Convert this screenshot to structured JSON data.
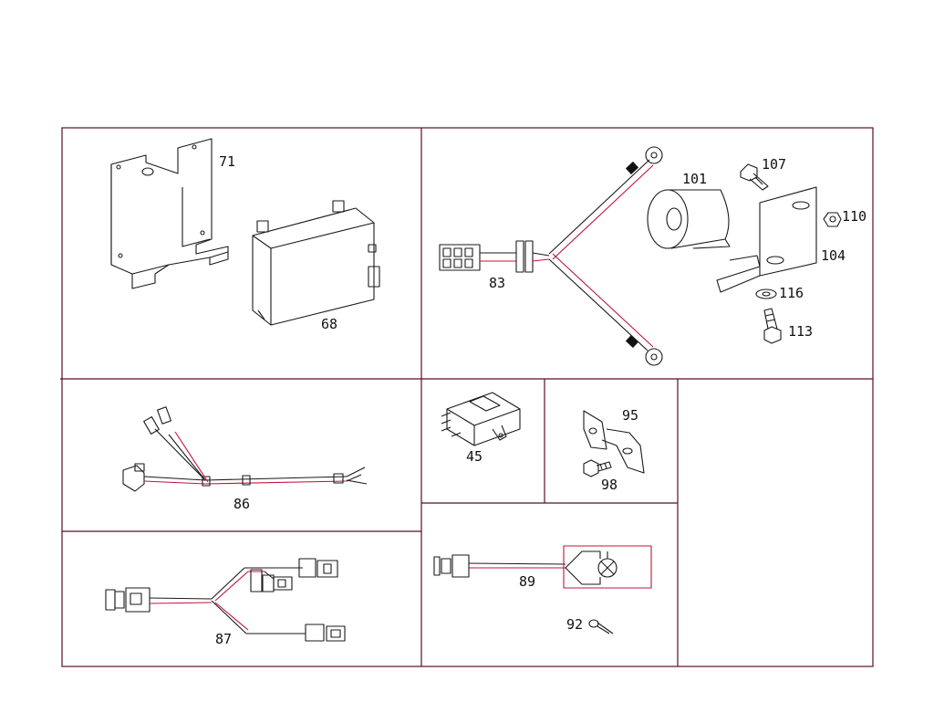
{
  "callouts": {
    "c71": "71",
    "c68": "68",
    "c83": "83",
    "c101": "101",
    "c107": "107",
    "c110": "110",
    "c104": "104",
    "c116": "116",
    "c113": "113",
    "c86": "86",
    "c45": "45",
    "c95": "95",
    "c98": "98",
    "c87": "87",
    "c89": "89",
    "c92": "92"
  },
  "colors": {
    "frame": "#5a0f22",
    "wire_accent": "#c0143c",
    "line": "#1a1a1a"
  }
}
